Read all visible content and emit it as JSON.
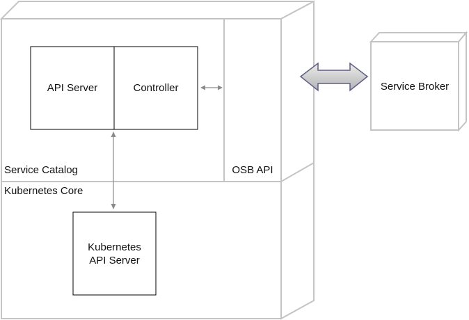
{
  "service_catalog": {
    "label": "Service Catalog",
    "api_server_label": "API Server",
    "controller_label": "Controller",
    "osb_api_label": "OSB API"
  },
  "kubernetes_core": {
    "label": "Kubernetes Core",
    "api_server_line1": "Kubernetes",
    "api_server_line2": "API Server"
  },
  "service_broker": {
    "label": "Service Broker"
  },
  "colors": {
    "box_outline": "#c4c4c4",
    "inner_outline": "#000000",
    "connector": "#8a8a8a",
    "big_arrow_fill": "#c8c8c8",
    "big_arrow_stroke": "#5f5f86"
  }
}
